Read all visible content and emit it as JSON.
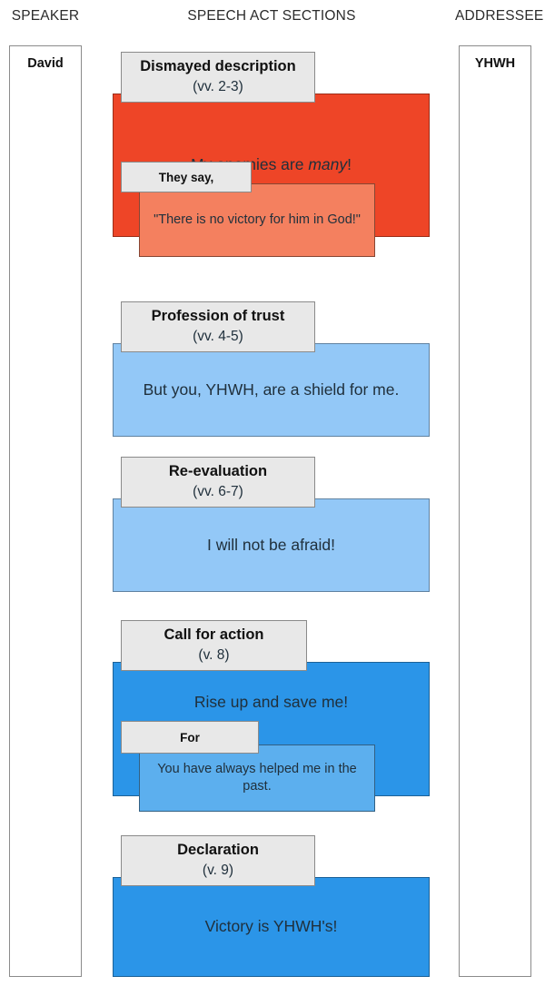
{
  "headers": {
    "speaker": "SPEAKER",
    "sections": "SPEECH ACT SECTIONS",
    "addressee": "ADDRESSEE"
  },
  "participants": {
    "speaker": "David",
    "addressee": "YHWH"
  },
  "colors": {
    "dismayed_fill": "#ee4527",
    "dismayed_nested_fill": "#f4805f",
    "trust_fill": "#93c8f7",
    "reevaluation_fill": "#93c8f7",
    "call_fill": "#2b95e8",
    "call_nested_fill": "#5cafee",
    "declaration_fill": "#2b95e8",
    "tab_fill": "#e8e8e8",
    "tab_border": "#8a8a8a"
  },
  "sections": [
    {
      "id": "dismayed-description",
      "title": "Dismayed description",
      "verses": "(vv. 2-3)",
      "text_before_emph": "My enemies are ",
      "text_emph": "many",
      "text_after_emph": "!",
      "nested": {
        "tab_label": "They say,",
        "text": "\"There is no victory for him in God!\""
      }
    },
    {
      "id": "profession-of-trust",
      "title": "Profession of trust",
      "verses": "(vv. 4-5)",
      "text": "But you, YHWH, are a shield for me."
    },
    {
      "id": "re-evaluation",
      "title": "Re-evaluation",
      "verses": "(vv. 6-7)",
      "text": "I will not be afraid!"
    },
    {
      "id": "call-for-action",
      "title": "Call for action",
      "verses": "(v. 8)",
      "text": "Rise up and save me!",
      "nested": {
        "tab_label": "For",
        "text": "You have always helped me in the past."
      }
    },
    {
      "id": "declaration",
      "title": "Declaration",
      "verses": "(v. 9)",
      "text": "Victory is YHWH's!"
    }
  ]
}
